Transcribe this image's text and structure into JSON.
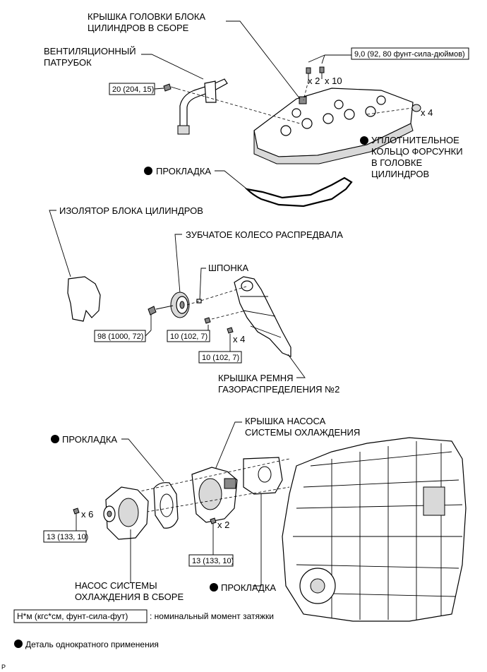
{
  "labels": {
    "head_cover": [
      "КРЫШКА ГОЛОВКИ БЛОКА",
      "ЦИЛИНДРОВ В СБОРЕ"
    ],
    "vent": [
      "ВЕНТИЛЯЦИОННЫЙ",
      "ПАТРУБОК"
    ],
    "injector_seal": [
      "УПЛОТНИТЕЛЬНОЕ",
      "КОЛЬЦО ФОРСУНКИ",
      "В ГОЛОВКЕ",
      "ЦИЛИНДРОВ"
    ],
    "gasket1": "ПРОКЛАДКА",
    "insulator": "ИЗОЛЯТОР БЛОКА ЦИЛИНДРОВ",
    "cam_gear": "ЗУБЧАТОЕ КОЛЕСО РАСПРЕДВАЛА",
    "key": "ШПОНКА",
    "belt_cover": [
      "КРЫШКА РЕМНЯ",
      "ГАЗОРАСПРЕДЕЛЕНИЯ №2"
    ],
    "pump_cover": [
      "КРЫШКА НАСОСА",
      "СИСТЕМЫ ОХЛАЖДЕНИЯ"
    ],
    "gasket2": "ПРОКЛАДКА",
    "gasket3": "ПРОКЛАДКА",
    "pump": [
      "НАСОС СИСТЕМЫ",
      "ОХЛАЖДЕНИЯ В СБОРЕ"
    ]
  },
  "torques": {
    "cover_bolts": "9,0 (92, 80 фунт-сила-дюймов)",
    "vent_bolt": "20 (204, 15)",
    "cam_gear_bolt": "98 (1000, 72)",
    "key_bolt": "10 (102, 7)",
    "belt_cover_bolt": "10 (102, 7)",
    "pump_bolt": "13 (133, 10)",
    "pump_cover_bolt": "13 (133, 10)"
  },
  "quantities": {
    "x2_top": "x 2",
    "x10": "x 10",
    "x4_seal": "x 4",
    "x4_belt": "x 4",
    "x6": "x 6",
    "x2_pump": "x 2"
  },
  "legend": {
    "units": "Н*м (кгс*см, фунт-сила-фут)",
    "units_desc": ": номинальный момент затяжки",
    "single_use": "Деталь однократного применения"
  },
  "corner_mark": "P"
}
